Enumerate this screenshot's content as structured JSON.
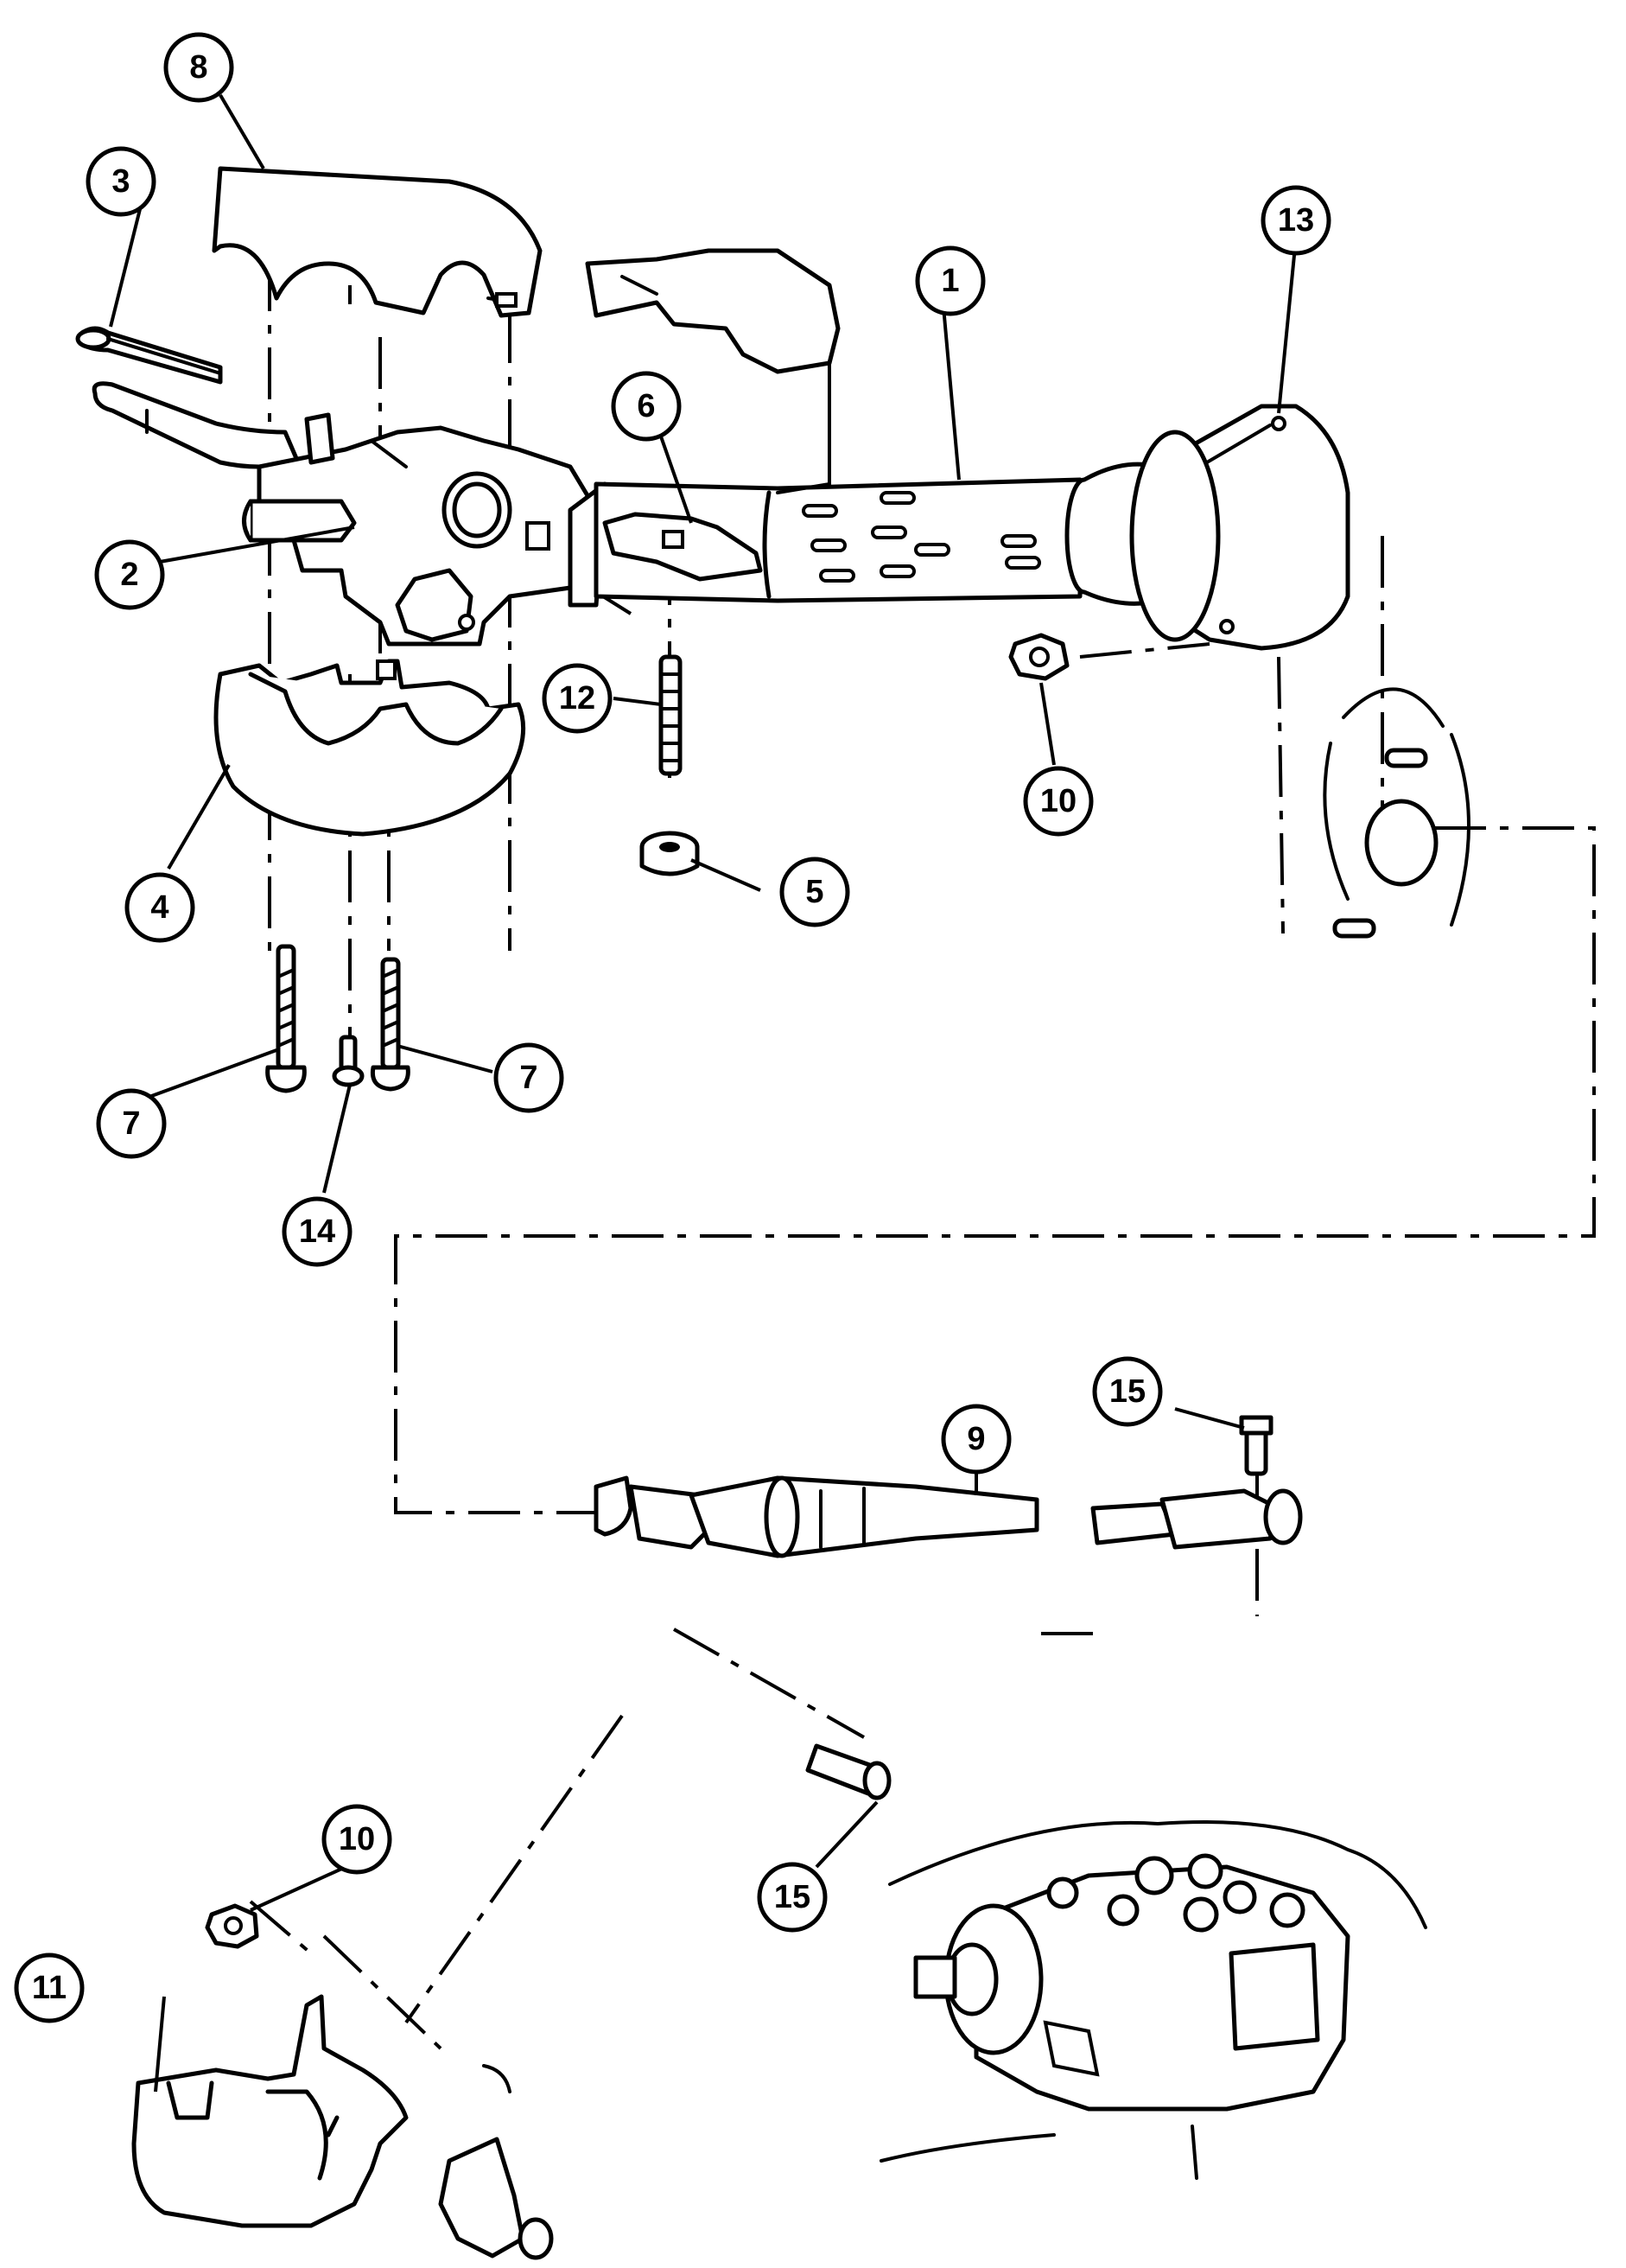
{
  "callouts": [
    {
      "id": "c8",
      "label": "8"
    },
    {
      "id": "c3",
      "label": "3"
    },
    {
      "id": "c13",
      "label": "13"
    },
    {
      "id": "c1",
      "label": "1"
    },
    {
      "id": "c6",
      "label": "6"
    },
    {
      "id": "c2",
      "label": "2"
    },
    {
      "id": "c12",
      "label": "12"
    },
    {
      "id": "c10a",
      "label": "10"
    },
    {
      "id": "c5",
      "label": "5"
    },
    {
      "id": "c4",
      "label": "4"
    },
    {
      "id": "c7a",
      "label": "7"
    },
    {
      "id": "c7b",
      "label": "7"
    },
    {
      "id": "c14",
      "label": "14"
    },
    {
      "id": "c15a",
      "label": "15"
    },
    {
      "id": "c9",
      "label": "9"
    },
    {
      "id": "c15b",
      "label": "15"
    },
    {
      "id": "c10b",
      "label": "10"
    },
    {
      "id": "c11",
      "label": "11"
    }
  ]
}
